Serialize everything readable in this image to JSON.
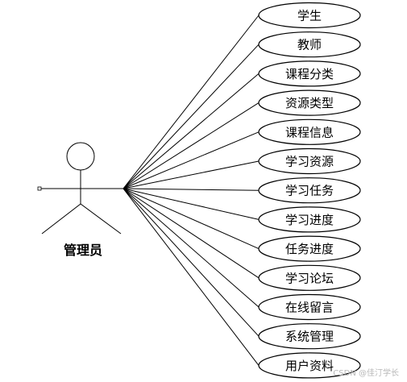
{
  "diagram": {
    "actor": {
      "label": "管理员",
      "icon": "stick-figure-actor"
    },
    "use_cases": [
      "学生",
      "教师",
      "课程分类",
      "资源类型",
      "课程信息",
      "学习资源",
      "学习任务",
      "学习进度",
      "任务进度",
      "学习论坛",
      "在线留言",
      "系统管理",
      "用户资料"
    ]
  },
  "watermark": "CSDN @佳汀学长"
}
